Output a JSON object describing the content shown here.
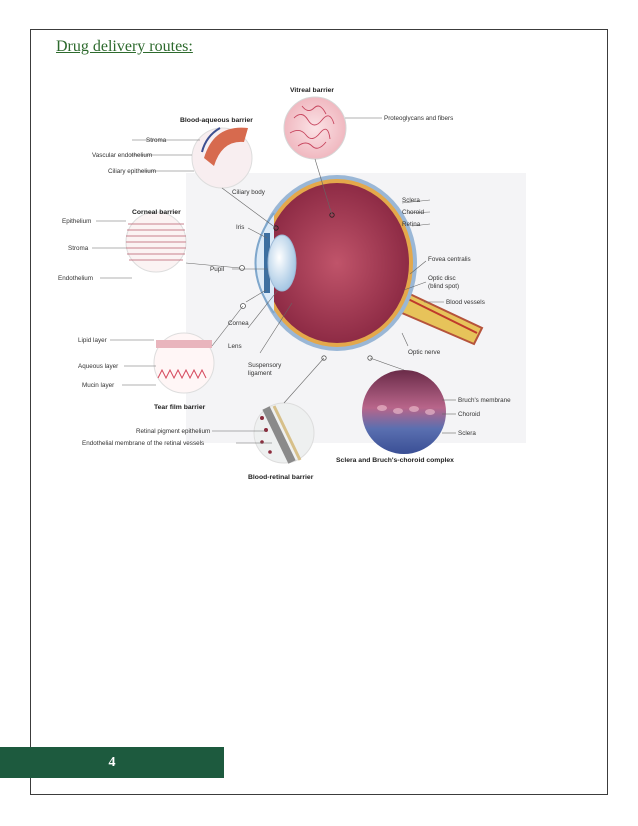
{
  "section_heading": "Drug delivery routes:",
  "page_number": "4",
  "figure": {
    "barrier_titles": {
      "vitreal": "Vitreal barrier",
      "blood_aqueous": "Blood-aqueous barrier",
      "corneal": "Corneal barrier",
      "tear_film": "Tear film barrier",
      "blood_retinal": "Blood-retinal barrier",
      "sclera_bruch": "Sclera and Bruch's-choroid complex"
    },
    "labels": {
      "proteoglycans": "Proteoglycans and fibers",
      "stroma_top": "Stroma",
      "vascular_endothelium": "Vascular endothelium",
      "ciliary_epithelium": "Ciliary epithelium",
      "ciliary_body": "Ciliary body",
      "iris": "Iris",
      "sclera": "Sclera",
      "choroid": "Choroid",
      "retina": "Retina",
      "fovea": "Fovea centralis",
      "optic_disc_1": "Optic disc",
      "optic_disc_2": "(blind spot)",
      "blood_vessels": "Blood vessels",
      "optic_nerve": "Optic nerve",
      "epithelium": "Epithelium",
      "stroma": "Stroma",
      "endothelium": "Endothelium",
      "pupil": "Pupil",
      "cornea": "Cornea",
      "lens": "Lens",
      "suspensory_1": "Suspensory",
      "suspensory_2": "ligament",
      "lipid_layer": "Lipid layer",
      "aqueous_layer": "Aqueous layer",
      "mucin_layer": "Mucin layer",
      "bruchs_membrane": "Bruch's membrane",
      "choroid_inset": "Choroid",
      "sclera_inset": "Sclera",
      "retinal_pigment": "Retinal pigment epithelium",
      "endothelial_membrane": "Endothelial membrane of the retinal vessels"
    }
  }
}
